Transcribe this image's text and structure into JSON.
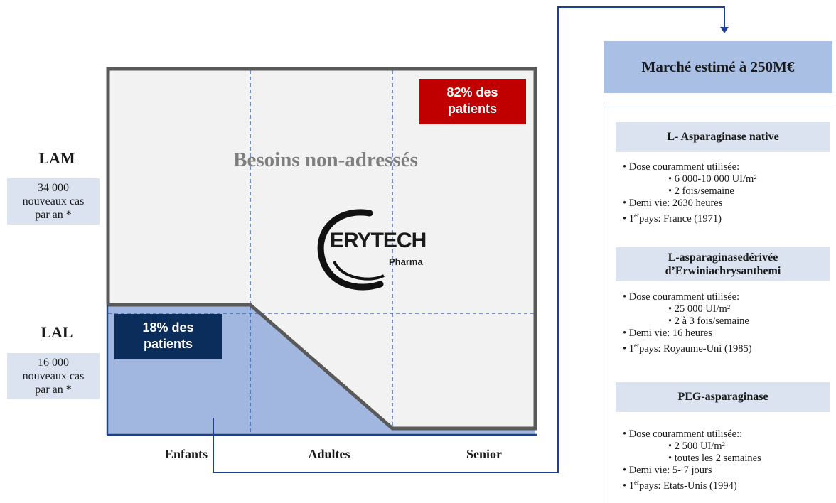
{
  "left": {
    "lam": {
      "title": "LAM",
      "cases_line1": "34 000",
      "cases_line2": "nouveaux cas",
      "cases_line3": "par an *"
    },
    "lal": {
      "title": "LAL",
      "cases_line1": "16 000",
      "cases_line2": "nouveaux cas",
      "cases_line3": "par an *"
    }
  },
  "diagram": {
    "center_title": "Besoins non-adressés",
    "badge_top": {
      "line1": "82% des",
      "line2": "patients"
    },
    "badge_bottom": {
      "line1": "18% des",
      "line2": "patients"
    },
    "columns": [
      "Enfants",
      "Adultes",
      "Senior"
    ],
    "logo": {
      "main": "ERYTECH",
      "sub": "Pharma"
    }
  },
  "right": {
    "market": "Marché estimé à 250M€",
    "products": [
      {
        "title": "L- Asparaginase native",
        "bullets": [
          {
            "level": 1,
            "text": "Dose couramment utilisée:"
          },
          {
            "level": 2,
            "text": "6 000-10 000 UI/m²"
          },
          {
            "level": 2,
            "text": "2 fois/semaine"
          },
          {
            "level": 1,
            "text": "Demi vie: 2630 heures"
          },
          {
            "level": 1,
            "text_pre": "1",
            "sup": "er",
            "text": "pays: France  (1971)"
          }
        ]
      },
      {
        "title_line1": "L-asparaginasedérivée",
        "title_line2": "d’Erwiniachrysanthemi",
        "bullets": [
          {
            "level": 1,
            "text": "Dose couramment utilisée:"
          },
          {
            "level": 2,
            "text": "25 000 UI/m²"
          },
          {
            "level": 2,
            "text": "2 à 3 fois/semaine"
          },
          {
            "level": 1,
            "text": "Demi vie: 16 heures"
          },
          {
            "level": 1,
            "text_pre": "1",
            "sup": "er",
            "text": "pays: Royaume-Uni  (1985)"
          }
        ]
      },
      {
        "title": "PEG-asparaginase",
        "bullets": [
          {
            "level": 1,
            "text": "Dose couramment utilisée::"
          },
          {
            "level": 2,
            "text": "2 500 UI/m²"
          },
          {
            "level": 2,
            "text": "toutes les 2 semaines"
          },
          {
            "level": 1,
            "text": "Demi vie: 5- 7 jours"
          },
          {
            "level": 1,
            "text_pre": "1",
            "sup": "er",
            "text": "pays: Etats-Unis (1994)"
          }
        ]
      }
    ]
  },
  "colors": {
    "panel_fill": "#f2f2f2",
    "blue_fill": "#a2b7e0",
    "border": "#595959",
    "arrow": "#1f3f8f",
    "red": "#c00000",
    "navy": "#0b2d5b"
  }
}
